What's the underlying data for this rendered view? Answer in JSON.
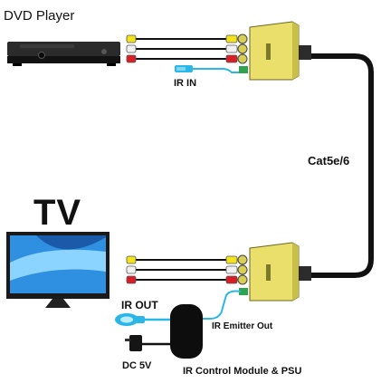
{
  "labels": {
    "dvd_player": "DVD Player",
    "tv": "TV",
    "cable": "Cat5e/6",
    "ir_in": "IR IN",
    "ir_out": "IR OUT",
    "ir_emitter_out": "IR Emitter Out",
    "dc_5v": "DC 5V",
    "ir_control_module": "IR Control Module & PSU"
  },
  "colors": {
    "extender_yellow": "#e9df6a",
    "rca_yellow": "#f3e21c",
    "rca_white": "#f2f2f2",
    "rca_red": "#d81f26",
    "ir_cable": "#2ab7e8",
    "cat_cable": "#111111"
  }
}
